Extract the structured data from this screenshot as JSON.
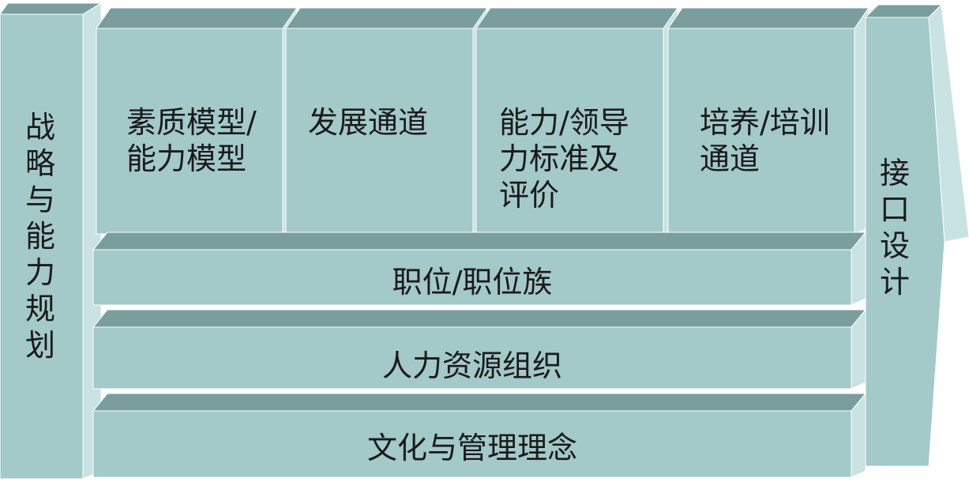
{
  "colors": {
    "face": "#a3c9c9",
    "top": "#7a9e9e",
    "side": "#c9e2e2",
    "edge": "#ffffff"
  },
  "left_pillar": {
    "label": "战略与能力规划"
  },
  "right_arrow": {
    "label": "接口设计"
  },
  "top_blocks": [
    {
      "label": "素质模型/\n能力模型"
    },
    {
      "label": "发展通道"
    },
    {
      "label": "能力/领导\n力标准及\n评价"
    },
    {
      "label": "培养/培训\n通道"
    }
  ],
  "layers": [
    {
      "label": "职位/职位族"
    },
    {
      "label": "人力资源组织"
    },
    {
      "label": "文化与管理理念"
    }
  ]
}
